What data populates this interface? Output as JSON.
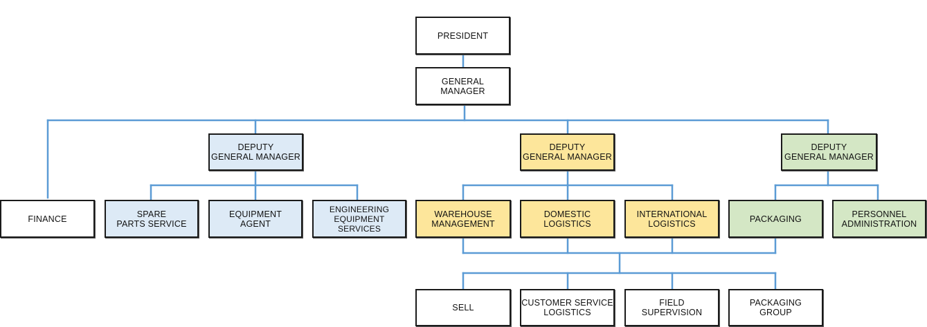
{
  "colors": {
    "connector": "#5b9bd5",
    "box_border": "#1a1a1a",
    "white": "#ffffff",
    "blue": "#ddeaf6",
    "yellow": "#fde69b",
    "green": "#d4e7c5"
  },
  "nodes": {
    "president": "PRESIDENT",
    "general_manager": "GENERAL\nMANAGER",
    "dgm_blue": "DEPUTY\nGENERAL MANAGER",
    "dgm_yellow": "DEPUTY\nGENERAL MANAGER",
    "dgm_green": "DEPUTY\nGENERAL MANAGER",
    "finance": "FINANCE",
    "spare_parts": "SPARE\nPARTS SERVICE",
    "equipment_agent": "EQUIPMENT\nAGENT",
    "engineering_equipment": "ENGINEERING\nEQUIPMENT SERVICES",
    "warehouse": "WAREHOUSE\nMANAGEMENT",
    "domestic_logistics": "DOMESTIC\nLOGISTICS",
    "international_logistics": "INTERNATIONAL\nLOGISTICS",
    "packaging": "PACKAGING",
    "personnel": "PERSONNEL\nADMINISTRATION",
    "sell": "SELL",
    "customer_service": "CUSTOMER SERVICE\nLOGISTICS",
    "field_supervision": "FIELD\nSUPERVISION",
    "packaging_group": "PACKAGING\nGROUP"
  }
}
